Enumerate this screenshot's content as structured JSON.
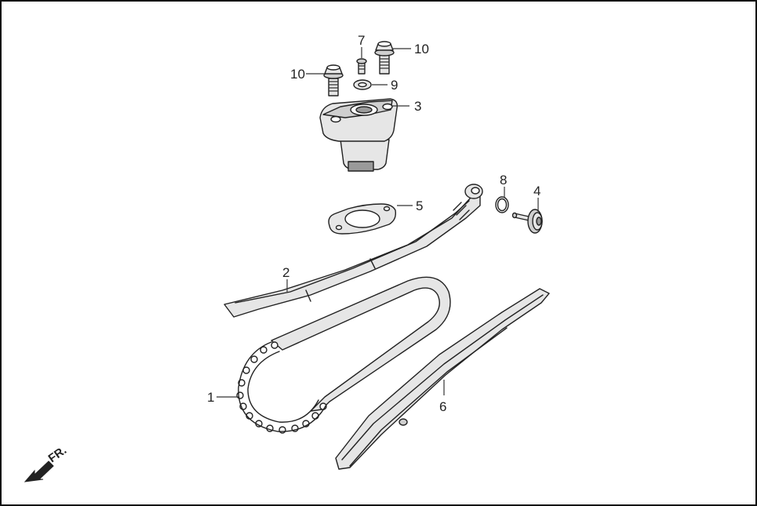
{
  "diagram": {
    "callouts": [
      {
        "id": "c1",
        "number": "1"
      },
      {
        "id": "c2",
        "number": "2"
      },
      {
        "id": "c3",
        "number": "3"
      },
      {
        "id": "c4",
        "number": "4"
      },
      {
        "id": "c5",
        "number": "5"
      },
      {
        "id": "c6",
        "number": "6"
      },
      {
        "id": "c7",
        "number": "7"
      },
      {
        "id": "c8",
        "number": "8"
      },
      {
        "id": "c9",
        "number": "9"
      },
      {
        "id": "c10a",
        "number": "10"
      },
      {
        "id": "c10b",
        "number": "10"
      }
    ],
    "direction_label": "FR.",
    "colors": {
      "line": "#222222",
      "fill_light": "#e6e6e6",
      "fill_mid": "#cfcfcf",
      "fill_dark": "#9a9a9a"
    }
  }
}
